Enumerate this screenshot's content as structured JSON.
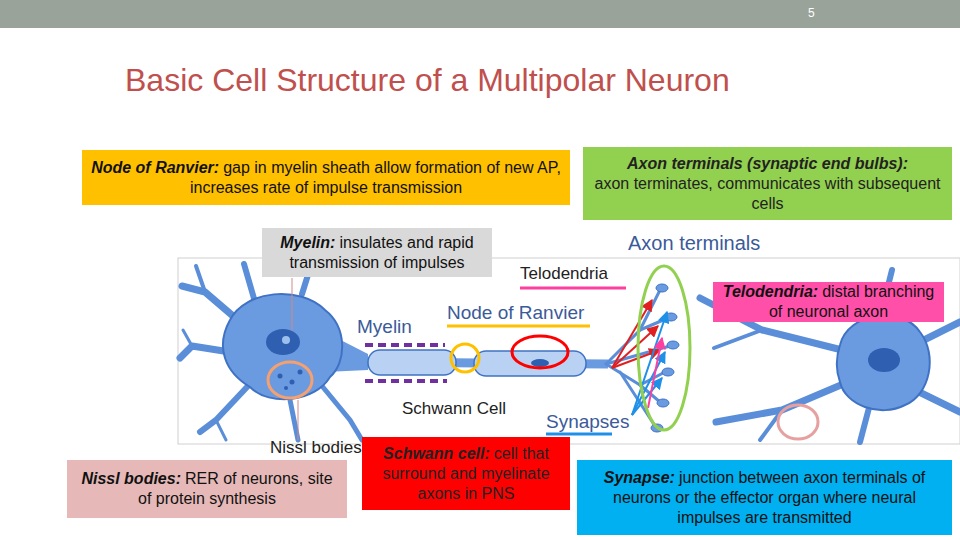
{
  "diagram": {
    "title": "Basic Cell Structure of a Multipolar Neuron",
    "nodes": [
      {
        "text": [
          "Node of Ranvier:",
          "gap in myelin sheath allow formation of new AP, increases rate of impulse transmission"
        ]
      },
      {
        "text": [
          "Axon terminals (synaptic end bulbs):",
          "axon terminates, communicates with subsequent cells"
        ]
      },
      {
        "text": [
          "Myelin:",
          "insulates and rapid transmission of impulses"
        ]
      },
      {
        "text": [
          "Telodendria:",
          "distal branching of neuronal axon"
        ]
      },
      {
        "text": [
          "Nissl bodies:",
          "RER of neurons, site of protein synthesis"
        ]
      },
      {
        "text": [
          "Schwann cell:",
          "cell that surround and myelinate axons in PNS"
        ]
      },
      {
        "text": [
          "Synapse:",
          "junction between axon terminals of neurons or the effector organ where neural impulses are transmitted"
        ]
      }
    ],
    "labels": [
      "5",
      "Axon terminals",
      "Telodendria",
      "Node of Ranvier",
      "Myelin",
      "Schwann Cell",
      "Synapses",
      "Nissl bodies"
    ]
  }
}
